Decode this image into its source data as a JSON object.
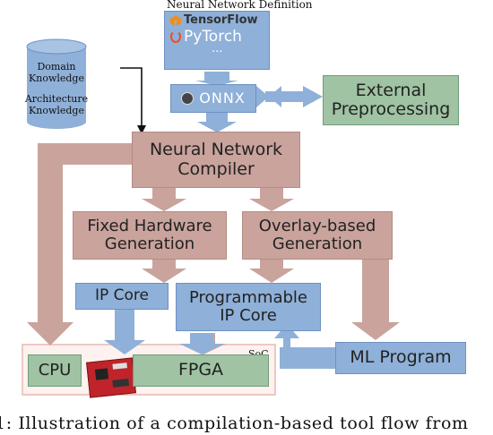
{
  "header": {
    "title": "Neural Network Definition"
  },
  "frameworks": {
    "tensorflow": "TensorFlow",
    "pytorch": "PyTorch",
    "ellipsis": "..."
  },
  "database": {
    "line1": "Domain\nKnowledge",
    "line2": "Architecture\nKnowledge"
  },
  "onnx": {
    "label": "ONNX"
  },
  "external": {
    "label": "External\nPreprocessing"
  },
  "compiler": {
    "label": "Neural Network\nCompiler"
  },
  "fixed_hw": {
    "label": "Fixed Hardware\nGeneration"
  },
  "overlay": {
    "label": "Overlay-based\nGeneration"
  },
  "ip_core": {
    "label": "IP Core"
  },
  "prog_ip": {
    "label": "Programmable\nIP Core"
  },
  "soc": {
    "label": "SoC",
    "cpu": "CPU",
    "fpga": "FPGA"
  },
  "ml_program": {
    "label": "ML Program"
  },
  "caption": {
    "text": "1: Illustration of a compilation-based tool flow from"
  },
  "colors": {
    "blue_fill": "#8fb0d8",
    "tan_fill": "#c9a39c",
    "green_fill": "#9fc3a3",
    "tensorflow_orange": "#f28c1b",
    "pytorch_red": "#ee4c2c"
  }
}
